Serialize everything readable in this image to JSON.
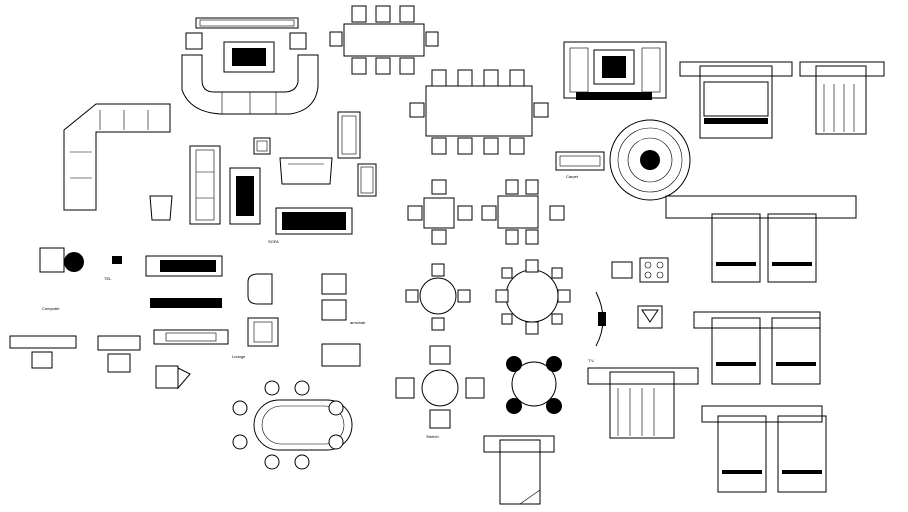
{
  "labels": {
    "computer": "Computer",
    "tel": "TEL",
    "sofa": "SOFA",
    "lounge": "Lounge",
    "armchair": "armchair",
    "stretch": "Stretch",
    "carpet": "Carpet",
    "tv": "T.V."
  },
  "colors": {
    "line": "#000000",
    "background": "#ffffff"
  }
}
